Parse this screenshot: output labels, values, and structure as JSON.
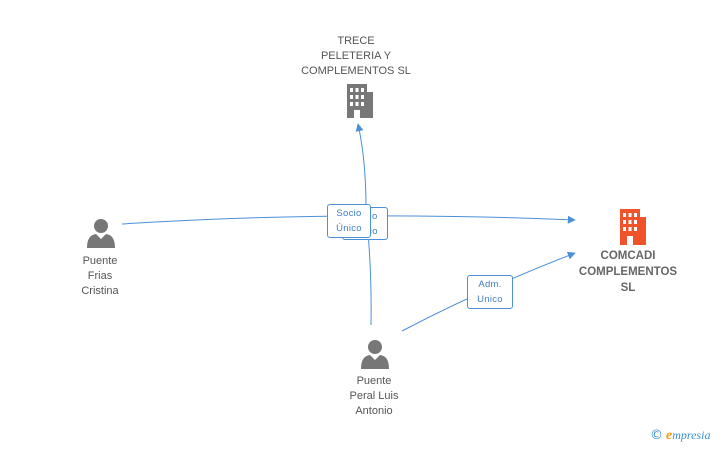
{
  "nodes": {
    "trece": {
      "lines": [
        "TRECE",
        "PELETERIA Y",
        "COMPLEMENTOS SL"
      ],
      "icon": "building-icon",
      "color": "#777777"
    },
    "comcadi": {
      "lines": [
        "COMCADI",
        "COMPLEMENTOS",
        "SL"
      ],
      "icon": "building-icon",
      "color": "#f0522a"
    },
    "cristina": {
      "lines": [
        "Puente",
        "Frias",
        "Cristina"
      ],
      "icon": "person-icon",
      "color": "#777777"
    },
    "luis": {
      "lines": [
        "Puente",
        "Peral Luis",
        "Antonio"
      ],
      "icon": "person-icon",
      "color": "#777777"
    }
  },
  "edges": {
    "socio_unico": {
      "lines": [
        "Socio",
        "Único"
      ]
    },
    "socio_unico_back": {
      "lines": [
        "Socio",
        "Único"
      ]
    },
    "adm_unico": {
      "lines": [
        "Adm.",
        "Unico"
      ]
    }
  },
  "colors": {
    "edge": "#4a90d9"
  },
  "brand": {
    "copyright": "©",
    "initial": "e",
    "name": "mpresia"
  }
}
